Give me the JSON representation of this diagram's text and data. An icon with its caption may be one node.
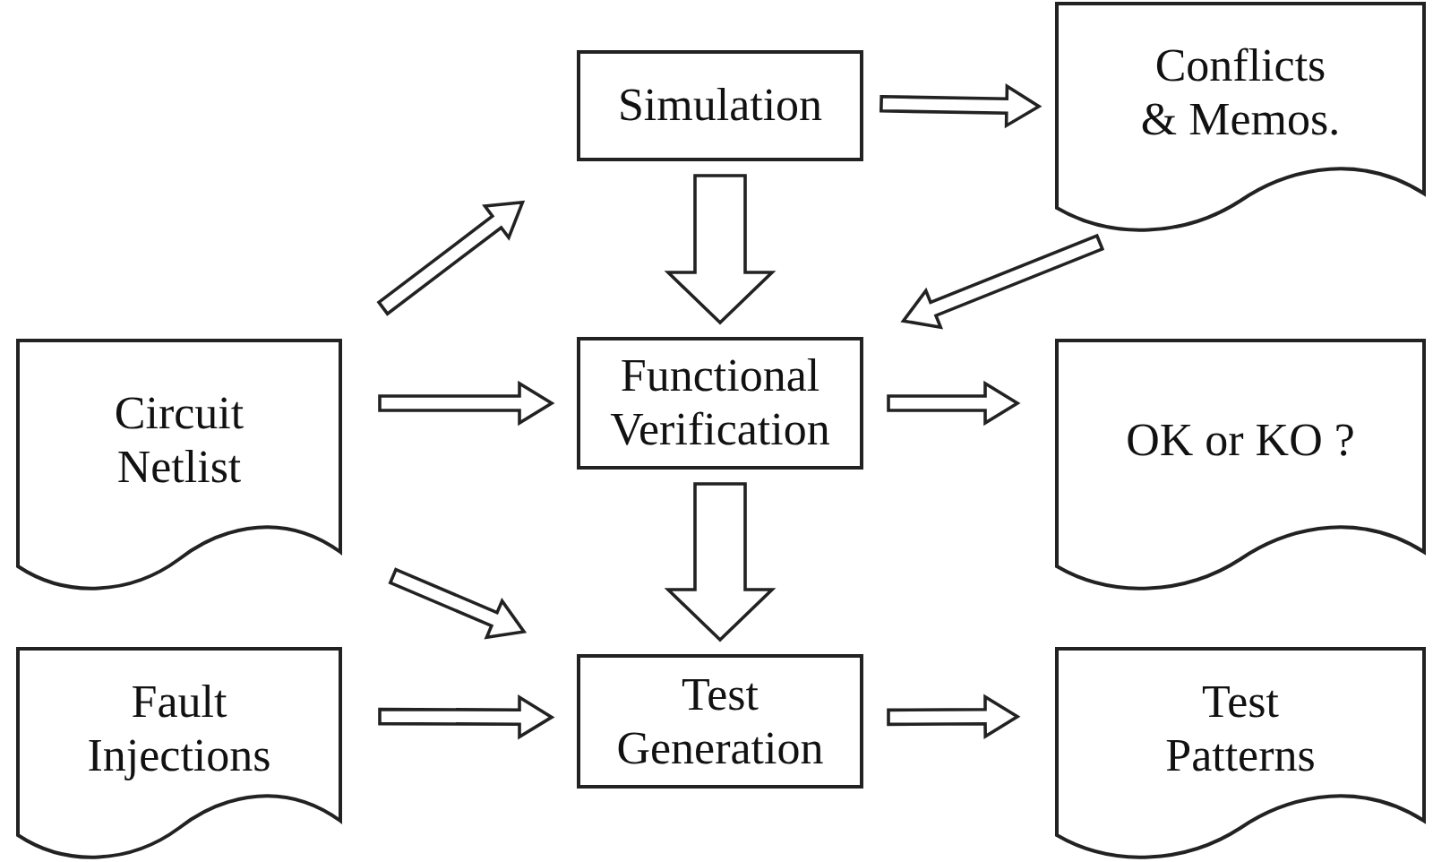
{
  "diagram": {
    "nodes": [
      {
        "text": [
          "Simulation"
        ]
      },
      {
        "text": [
          "Conflicts & Memos."
        ]
      },
      {
        "text": [
          "Circuit Netlist"
        ]
      },
      {
        "text": [
          "Functional Verification"
        ]
      },
      {
        "text": [
          "OK or KO ?"
        ]
      },
      {
        "text": [
          "Fault Injections"
        ]
      },
      {
        "text": [
          "Test Generation"
        ]
      },
      {
        "text": [
          "Test Patterns"
        ]
      }
    ],
    "edges": [
      {
        "from": 2,
        "to": 0,
        "arrow": "to"
      },
      {
        "from": 0,
        "to": 1,
        "arrow": "to"
      },
      {
        "from": 0,
        "to": 3,
        "arrow": "to",
        "style": "thick"
      },
      {
        "from": 1,
        "to": 3,
        "arrow": "to"
      },
      {
        "from": 2,
        "to": 3,
        "arrow": "to"
      },
      {
        "from": 3,
        "to": 4,
        "arrow": "to"
      },
      {
        "from": 3,
        "to": 6,
        "arrow": "to",
        "style": "thick"
      },
      {
        "from": 2,
        "to": 6,
        "arrow": "to"
      },
      {
        "from": 5,
        "to": 6,
        "arrow": "to"
      },
      {
        "from": 6,
        "to": 7,
        "arrow": "to"
      }
    ]
  }
}
